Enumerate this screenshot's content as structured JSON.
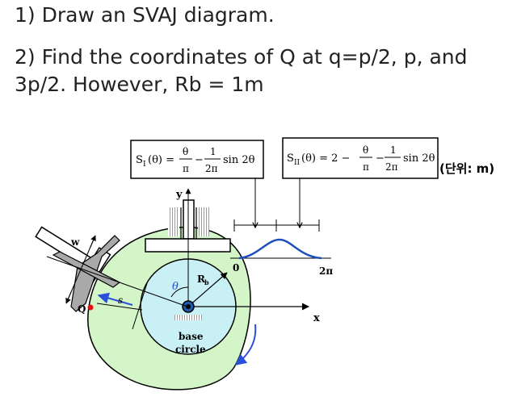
{
  "questions": [
    "1) Draw an SVAJ diagram.",
    "2) Find the coordinates of Q at q=p/2, p, and 3p/2. However, Rb = 1m"
  ],
  "formula1": {
    "lhs": "S",
    "sub": "I",
    "arg": "(θ) =",
    "frac1_num": "θ",
    "frac1_den": "π",
    "minus": "−",
    "frac2_num": "1",
    "frac2_den": "2π",
    "tail": "sin 2θ"
  },
  "formula2": {
    "lhs": "S",
    "sub": "II",
    "arg": "(θ) = 2 −",
    "frac1_num": "θ",
    "frac1_den": "π",
    "minus": "−",
    "frac2_num": "1",
    "frac2_den": "2π",
    "tail": "sin 2θ"
  },
  "unit_note": "(단위: m)",
  "labels": {
    "y_axis": "y",
    "x_axis": "x",
    "width": "w",
    "point_q": "Q",
    "arc_s": "s",
    "angle": "θ",
    "radius": "R",
    "radius_sub": "b",
    "base_line1": "base",
    "base_line2": "circle",
    "tick_start": "0",
    "tick_end": "2π"
  },
  "colors": {
    "cam_fill": "#d4f5c8",
    "base_circle_fill": "#c8f0f5",
    "curve": "#1f4fbf",
    "rotation_arrow": "#2b4fd8",
    "angle_text": "#2848c8",
    "point_q": "#e01010"
  }
}
